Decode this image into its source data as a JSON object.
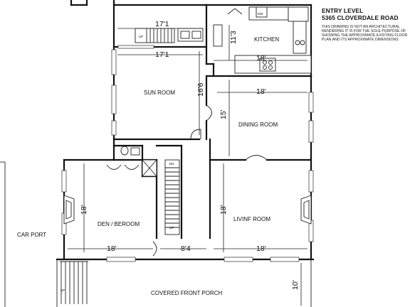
{
  "header": {
    "title_line1": "ENTRY LEVEL",
    "title_line2": "5365 CLOVERDALE ROAD",
    "note": "THIS DRAWING IS NOT AN ARCHITECTURAL RENDERING IT IS FOR THE SOLE PURPOSE OF SHOWING THE APPROXIMATE EXISTING FLOOR PLAN AND ITS APPROXIMATE DIMENSIONS"
  },
  "rooms": {
    "kitchen": "KITCHEN",
    "sun_room": "SUN ROOM",
    "dining_room": "DINING ROOM",
    "den": "DEN / BEROOM",
    "living": "LIVINF ROOM",
    "car_port": "CAR PORT",
    "porch": "COVERED FRONT PORCH"
  },
  "dimensions": {
    "top_width": "17'1",
    "sun_width": "17'1",
    "kitchen_height": "11'3",
    "kitchen_width": "18'",
    "sun_depth": "16'6",
    "dining_width": "18'",
    "dining_depth": "15'",
    "den_height": "18'",
    "den_width": "18'",
    "hall_width": "8'4",
    "living_height": "18'",
    "living_width": "18'",
    "porch_depth": "10'"
  },
  "labels": {
    "dw": "DW",
    "stair_dn": "DN",
    "stair_up": "UP",
    "upper_up": "UP",
    "porch_up": "UP"
  }
}
